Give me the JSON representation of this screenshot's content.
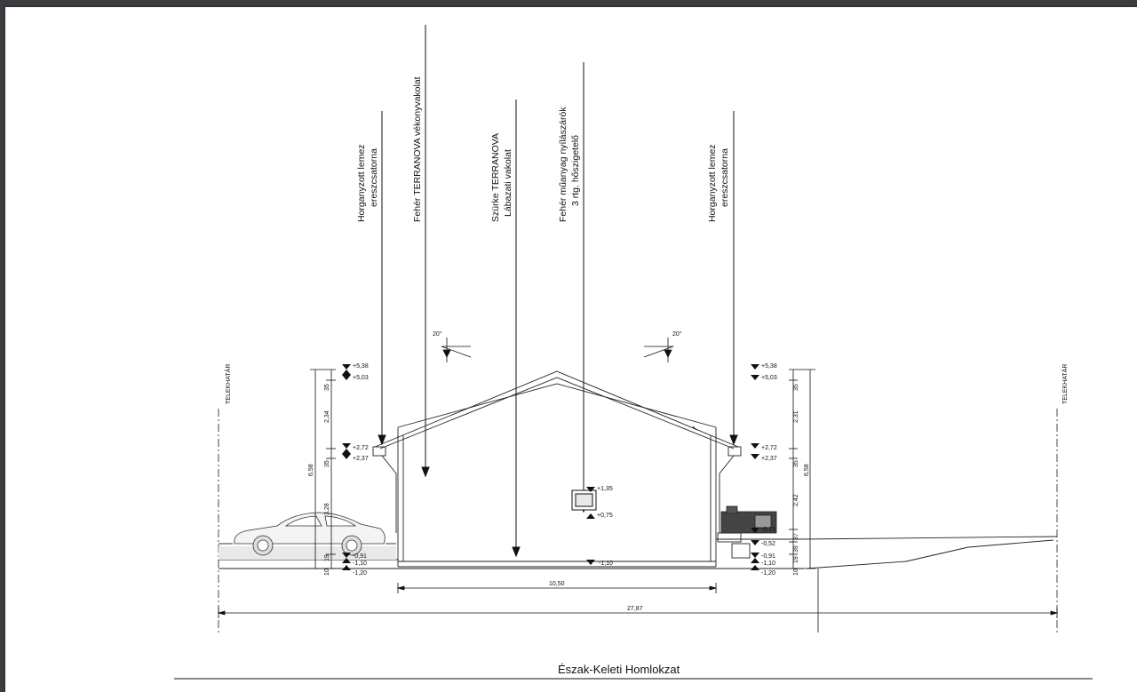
{
  "drawing": {
    "title": "Észak-Keleti Homlokzat",
    "boundary_label": "TELEKHATÁR",
    "callouts": [
      {
        "line1": "Horganyzott lemez",
        "line2": "ereszcsatorna"
      },
      {
        "line1": "Fehér TERRANOVA vékonyvakolat",
        "line2": ""
      },
      {
        "line1": "Szürke TERRANOVA",
        "line2": "Lábazati vakolat"
      },
      {
        "line1": "Fehér műanyag nyílászárók",
        "line2": "3 rtg. hőszigetelő"
      },
      {
        "line1": "Horganyzott lemez",
        "line2": "ereszcsatorna"
      }
    ],
    "roof_angle": "20°",
    "levels_left": [
      "+5,38",
      "+5,03",
      "+2,72",
      "+2,37",
      "-0,91",
      "-1,10",
      "-1,20"
    ],
    "levels_right": [
      "+5,38",
      "+5,03",
      "+2,72",
      "+2,37",
      "-0,15",
      "-0,52",
      "-0,91",
      "-1,10",
      "-1,20"
    ],
    "window_levels": [
      "+1,35",
      "+0,75"
    ],
    "floor_level": "-1,10",
    "dims_left": [
      "35",
      "2,34",
      "35",
      "3,28",
      "19",
      "10"
    ],
    "dims_right": [
      "35",
      "2,31",
      "35",
      "2,42",
      "37",
      "39",
      "19",
      "10"
    ],
    "total_height_left": "6,58",
    "total_height_right": "6,58",
    "building_width": "10,50",
    "plot_width": "27,87"
  }
}
